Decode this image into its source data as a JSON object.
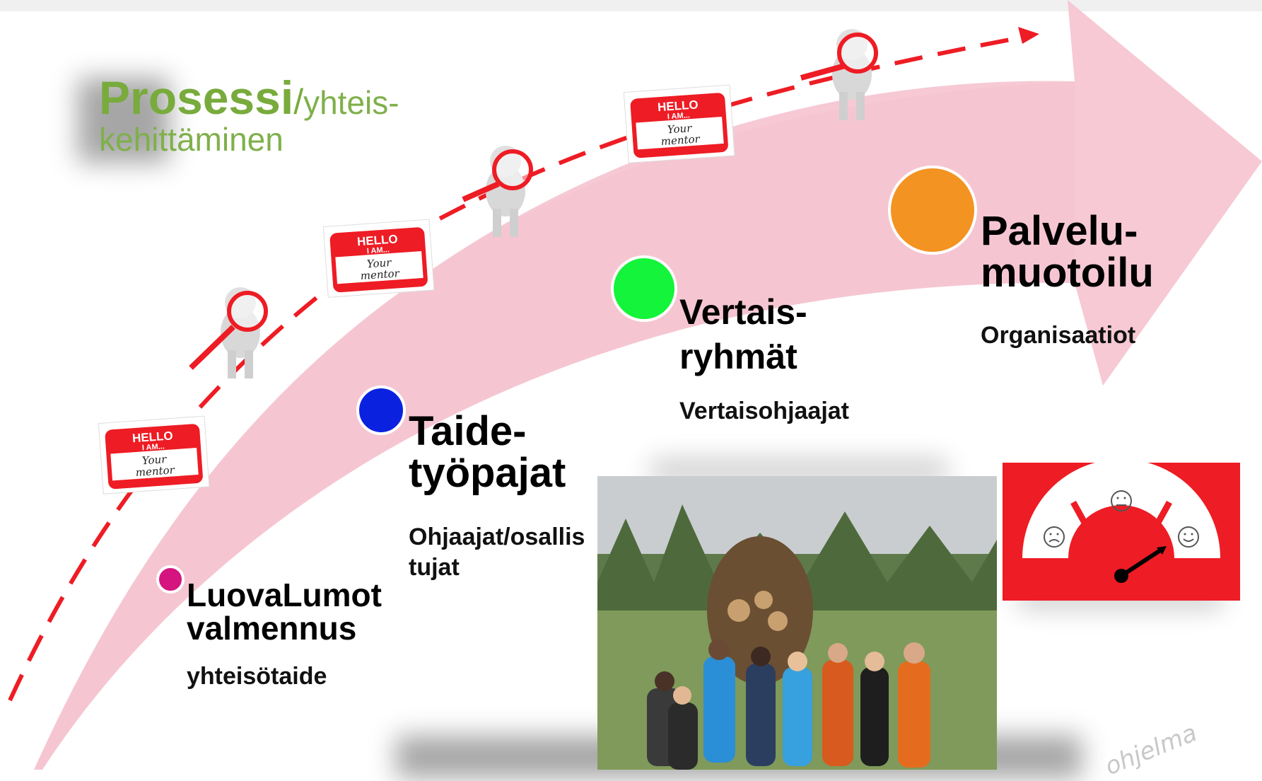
{
  "title": {
    "main": "Prosessi",
    "slash": "/",
    "rest": "yhteis-",
    "line2": "kehittäminen"
  },
  "stages": [
    {
      "title_lines": [
        "LuovaLumot",
        "valmennus"
      ],
      "subtitle": "yhteisötaide",
      "color": "#d4147f"
    },
    {
      "title_lines": [
        "Taide-",
        "työpajat"
      ],
      "subtitle_lines": [
        "Ohjaajat/osallis",
        "tujat"
      ],
      "color": "#0a22e0"
    },
    {
      "title_lines": [
        "Vertais-",
        "ryhmät"
      ],
      "subtitle": "Vertaisohjaajat",
      "color": "#13f43a"
    },
    {
      "title_lines": [
        "Palvelu-",
        "muotoilu"
      ],
      "subtitle": "Organisaatiot",
      "color": "#f39322"
    }
  ],
  "name_tag": {
    "line1": "HELLO",
    "line2": "I AM...",
    "line3": "Your",
    "line4": "mentor"
  },
  "watermark": "ohjelma",
  "colors": {
    "arrow": "#f5c6d2",
    "dash": "#ee1c24",
    "title_green": "#78ab3c",
    "gauge_red": "#ee1c24"
  },
  "icons": [
    "magnifier-figure-icon",
    "name-tag-icon",
    "satisfaction-gauge-icon",
    "group-photo"
  ]
}
